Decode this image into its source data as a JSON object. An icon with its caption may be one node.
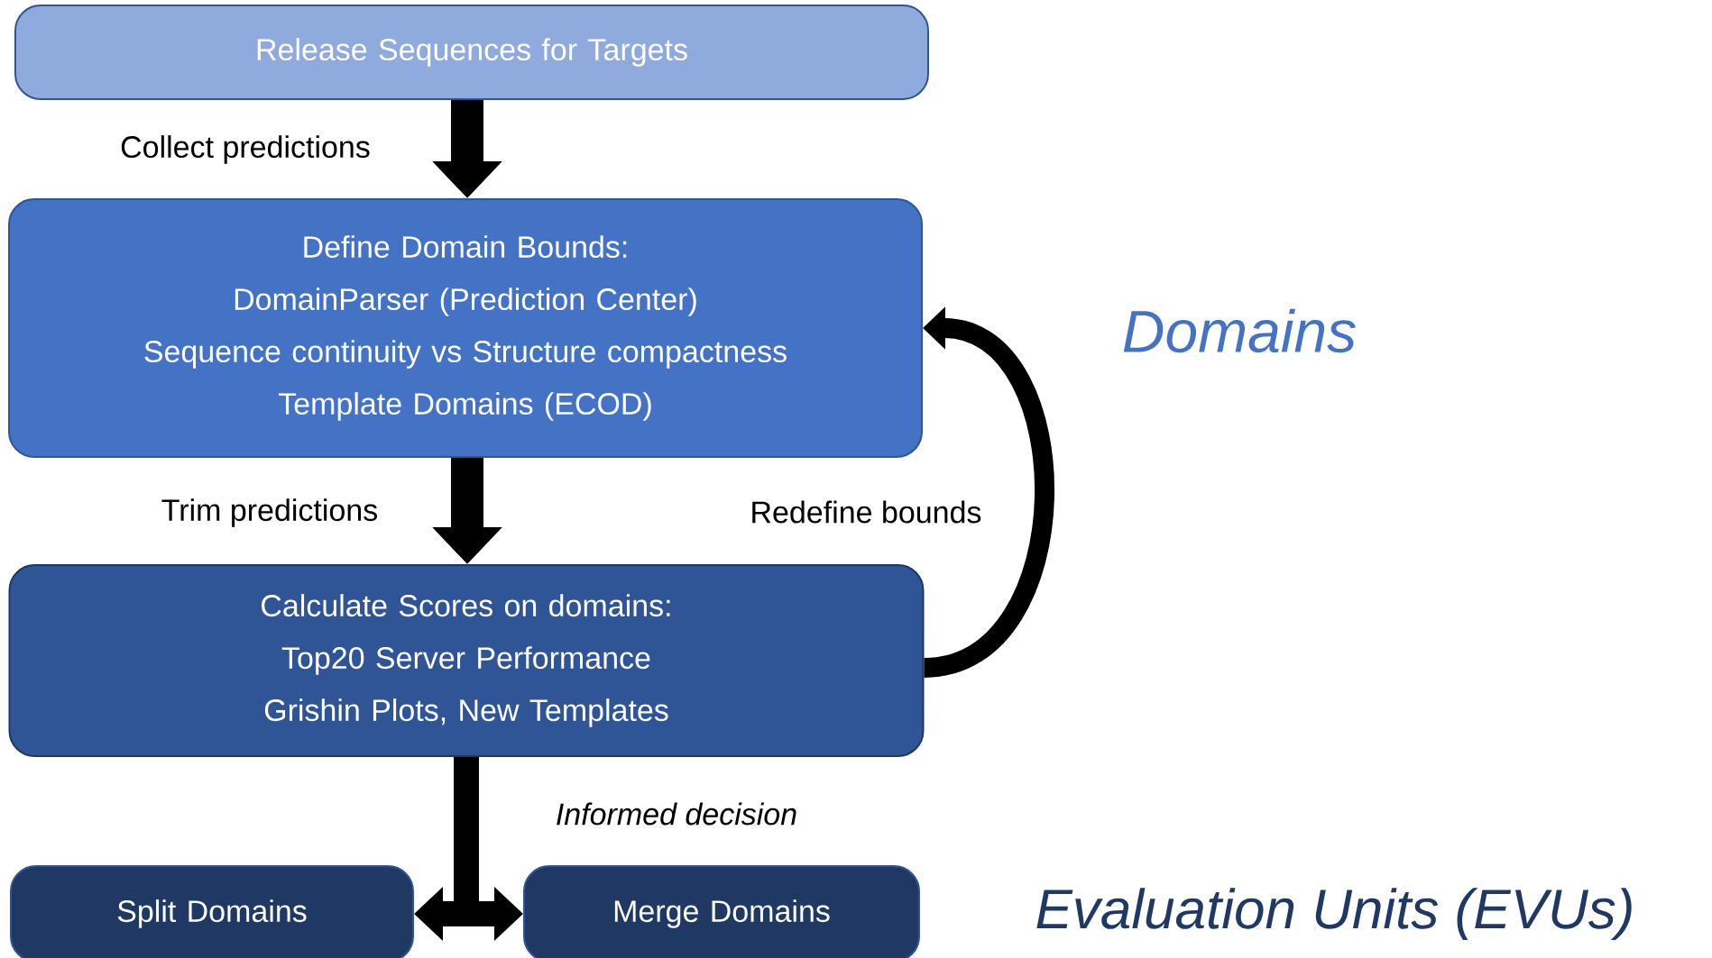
{
  "diagram": {
    "nodes": [
      {
        "text": [
          "Release Sequences for Targets"
        ]
      },
      {
        "text": [
          "Define Domain Bounds:",
          "DomainParser (Prediction Center)",
          "Sequence continuity vs Structure compactness",
          "Template Domains (ECOD)"
        ]
      },
      {
        "text": [
          "Calculate Scores on domains:",
          "Top20 Server Performance",
          "Grishin Plots, New Templates"
        ]
      },
      {
        "text": [
          "Split Domains"
        ]
      },
      {
        "text": [
          "Merge Domains"
        ]
      }
    ],
    "edges": [
      {
        "from": 0,
        "to": 1,
        "arrow": "to",
        "label": "Collect predictions"
      },
      {
        "from": 1,
        "to": 2,
        "arrow": "to",
        "label": "Trim predictions"
      },
      {
        "from": 2,
        "to": 1,
        "arrow": "to",
        "label": "Redefine bounds"
      },
      {
        "from": 2,
        "to": 3,
        "arrow": "to"
      },
      {
        "from": 2,
        "to": 4,
        "arrow": "to",
        "label": "Informed decision"
      }
    ],
    "labels": [
      "Domains",
      "Evaluation Units (EVUs)"
    ]
  }
}
